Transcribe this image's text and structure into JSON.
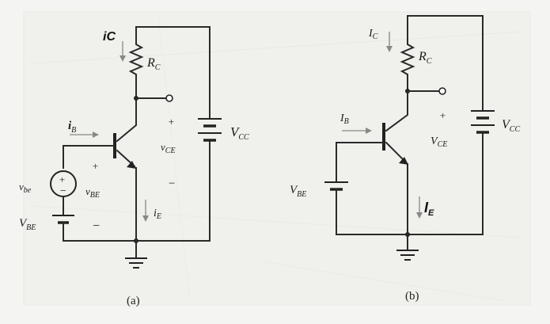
{
  "circuit_a": {
    "ic": "iC",
    "rc": "R",
    "rc_sub": "C",
    "ib": "i",
    "ib_sub": "B",
    "plus_ce": "+",
    "vce": "v",
    "vce_sub": "CE",
    "minus_ce": "−",
    "vcc": "V",
    "vcc_sub": "CC",
    "vbe_plus": "+",
    "vbe": "v",
    "vbe_sub": "BE",
    "vbe_minus": "−",
    "vbe_src": "v",
    "vbe_src_sub": "be",
    "src_plus": "+",
    "src_minus": "−",
    "dc_vbe": "V",
    "dc_vbe_sub": "BE",
    "ie": "i",
    "ie_sub": "E",
    "caption": "(a)"
  },
  "circuit_b": {
    "ic": "I",
    "ic_sub": "C",
    "rc": "R",
    "rc_sub": "C",
    "ib": "I",
    "ib_sub": "B",
    "plus_ce": "+",
    "vce": "V",
    "vce_sub": "CE",
    "vcc": "V",
    "vcc_sub": "CC",
    "vbe": "V",
    "vbe_sub": "BE",
    "ie": "I",
    "ie_sub": "E",
    "caption": "(b)"
  }
}
